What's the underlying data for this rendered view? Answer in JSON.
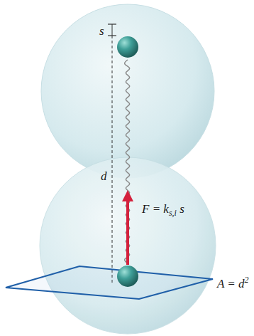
{
  "diagram": {
    "labels": [
      "s",
      "d",
      "F = k",
      "s,i",
      " s",
      "A = d",
      "2"
    ]
  }
}
